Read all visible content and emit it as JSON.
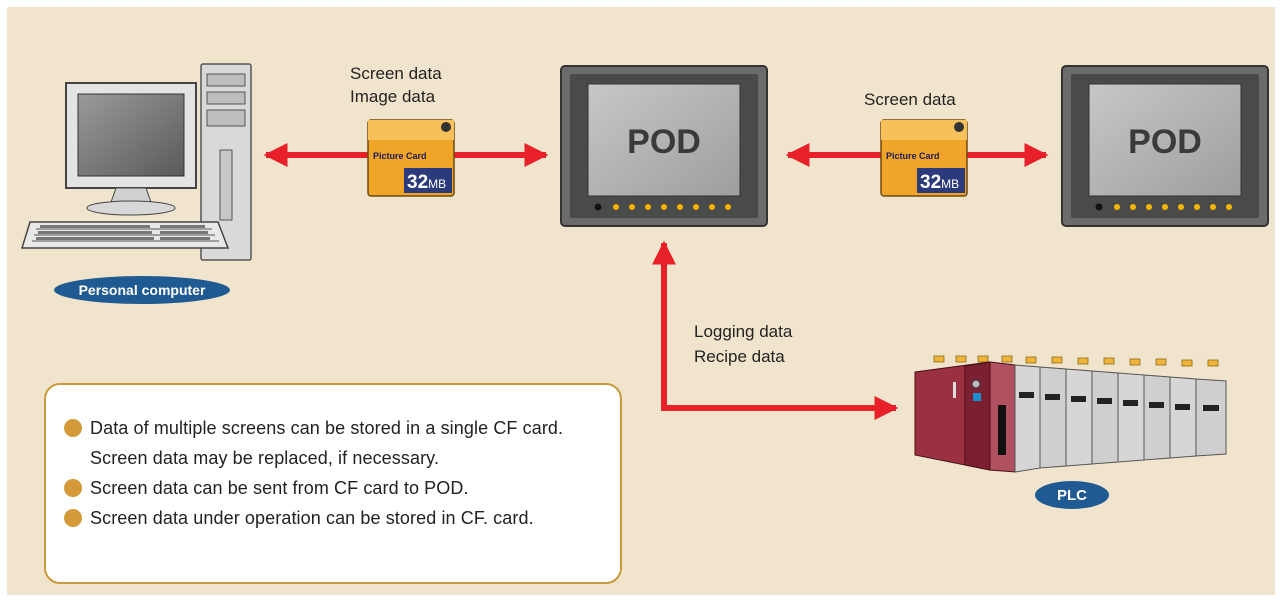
{
  "labels": {
    "screen_image": "Screen data\nImage data",
    "screen_data": "Screen data",
    "logging_recipe": "Logging data\nRecipe data",
    "pod_left": "POD",
    "pod_right": "POD",
    "personal_computer": "Personal computer",
    "plc": "PLC"
  },
  "cf_card": {
    "brand_text": "Picture Card",
    "capacity": "32",
    "unit": "MB"
  },
  "notes": [
    "Data of multiple screens can be stored in a single CF card.  Screen data may be replaced, if necessary.",
    "Screen data can be sent from CF card to POD.",
    "Screen data under operation can be stored in CF. card."
  ],
  "colors": {
    "background": "#f1e4cc",
    "arrow": "#e8202a",
    "pill": "#1f5a92",
    "bullet": "#d49a3a",
    "note_border": "#c99a3b"
  }
}
